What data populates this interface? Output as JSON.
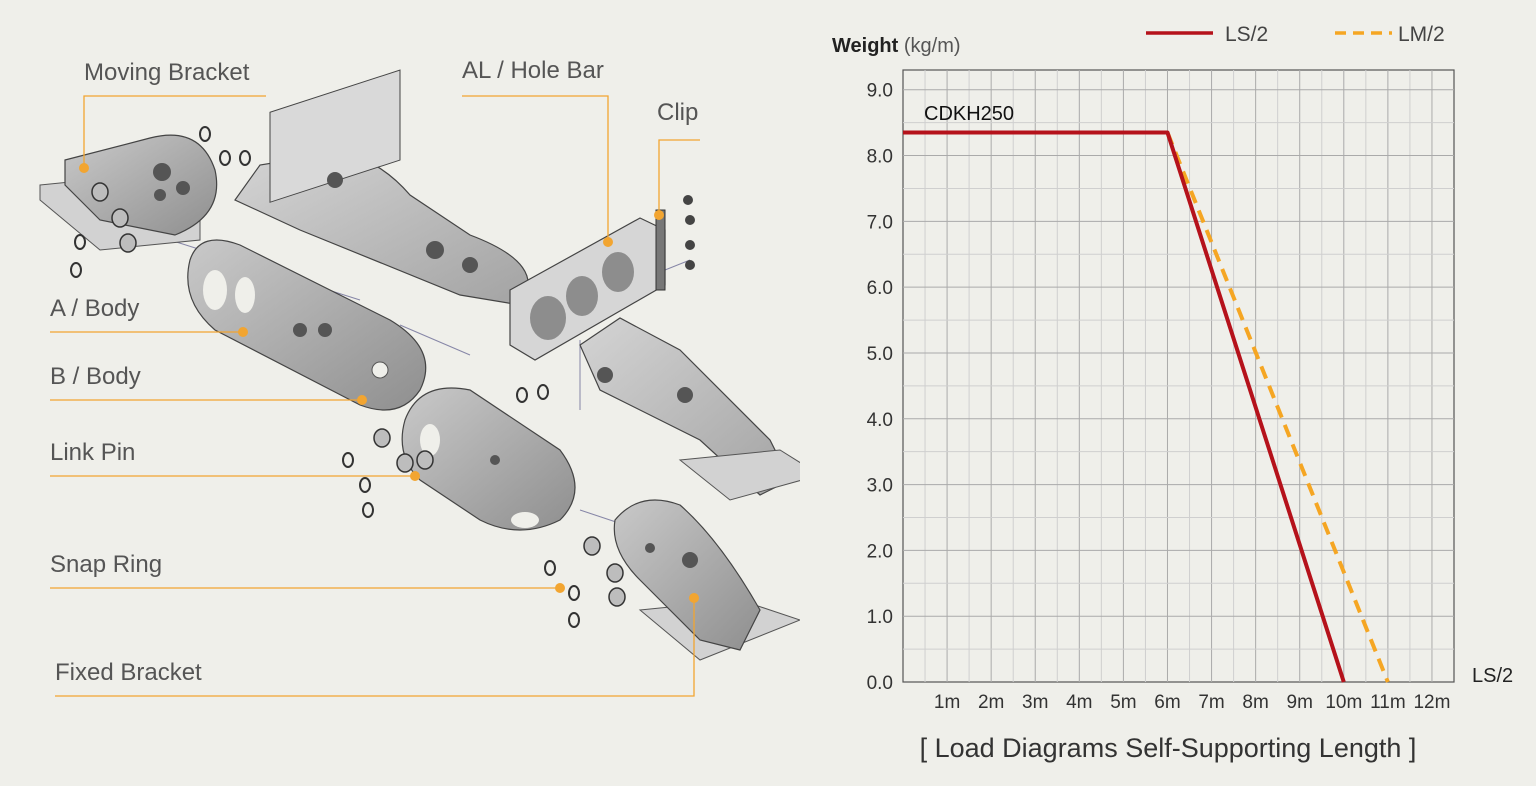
{
  "diagram": {
    "labels": {
      "moving_bracket": "Moving Bracket",
      "al_hole_bar": "AL / Hole Bar",
      "clip": "Clip",
      "a_body": "A / Body",
      "b_body": "B / Body",
      "link_pin": "Link Pin",
      "snap_ring": "Snap Ring",
      "fixed_bracket": "Fixed Bracket"
    },
    "leader_color": "#f2a531"
  },
  "chart_data": {
    "type": "line",
    "title": "[ Load Diagrams Self-Supporting Length ]",
    "ylabel_bold": "Weight",
    "ylabel_unit": "(kg/m)",
    "xlabel": "LS/2",
    "annotation": "CDKH250",
    "x_ticks": [
      "1m",
      "2m",
      "3m",
      "4m",
      "5m",
      "6m",
      "7m",
      "8m",
      "9m",
      "10m",
      "11m",
      "12m"
    ],
    "y_ticks": [
      "0.0",
      "1.0",
      "2.0",
      "3.0",
      "4.0",
      "5.0",
      "6.0",
      "7.0",
      "8.0",
      "9.0"
    ],
    "xlim": [
      0,
      12.5
    ],
    "ylim": [
      0,
      9.3
    ],
    "grid": true,
    "legend_position": "top-right",
    "series": [
      {
        "name": "LS/2",
        "color": "#b5121b",
        "dash": "solid",
        "points": [
          [
            0,
            8.35
          ],
          [
            6,
            8.35
          ],
          [
            10,
            0
          ]
        ]
      },
      {
        "name": "LM/2",
        "color": "#f5a623",
        "dash": "dashed",
        "points": [
          [
            6,
            8.35
          ],
          [
            11,
            0
          ]
        ]
      }
    ]
  }
}
